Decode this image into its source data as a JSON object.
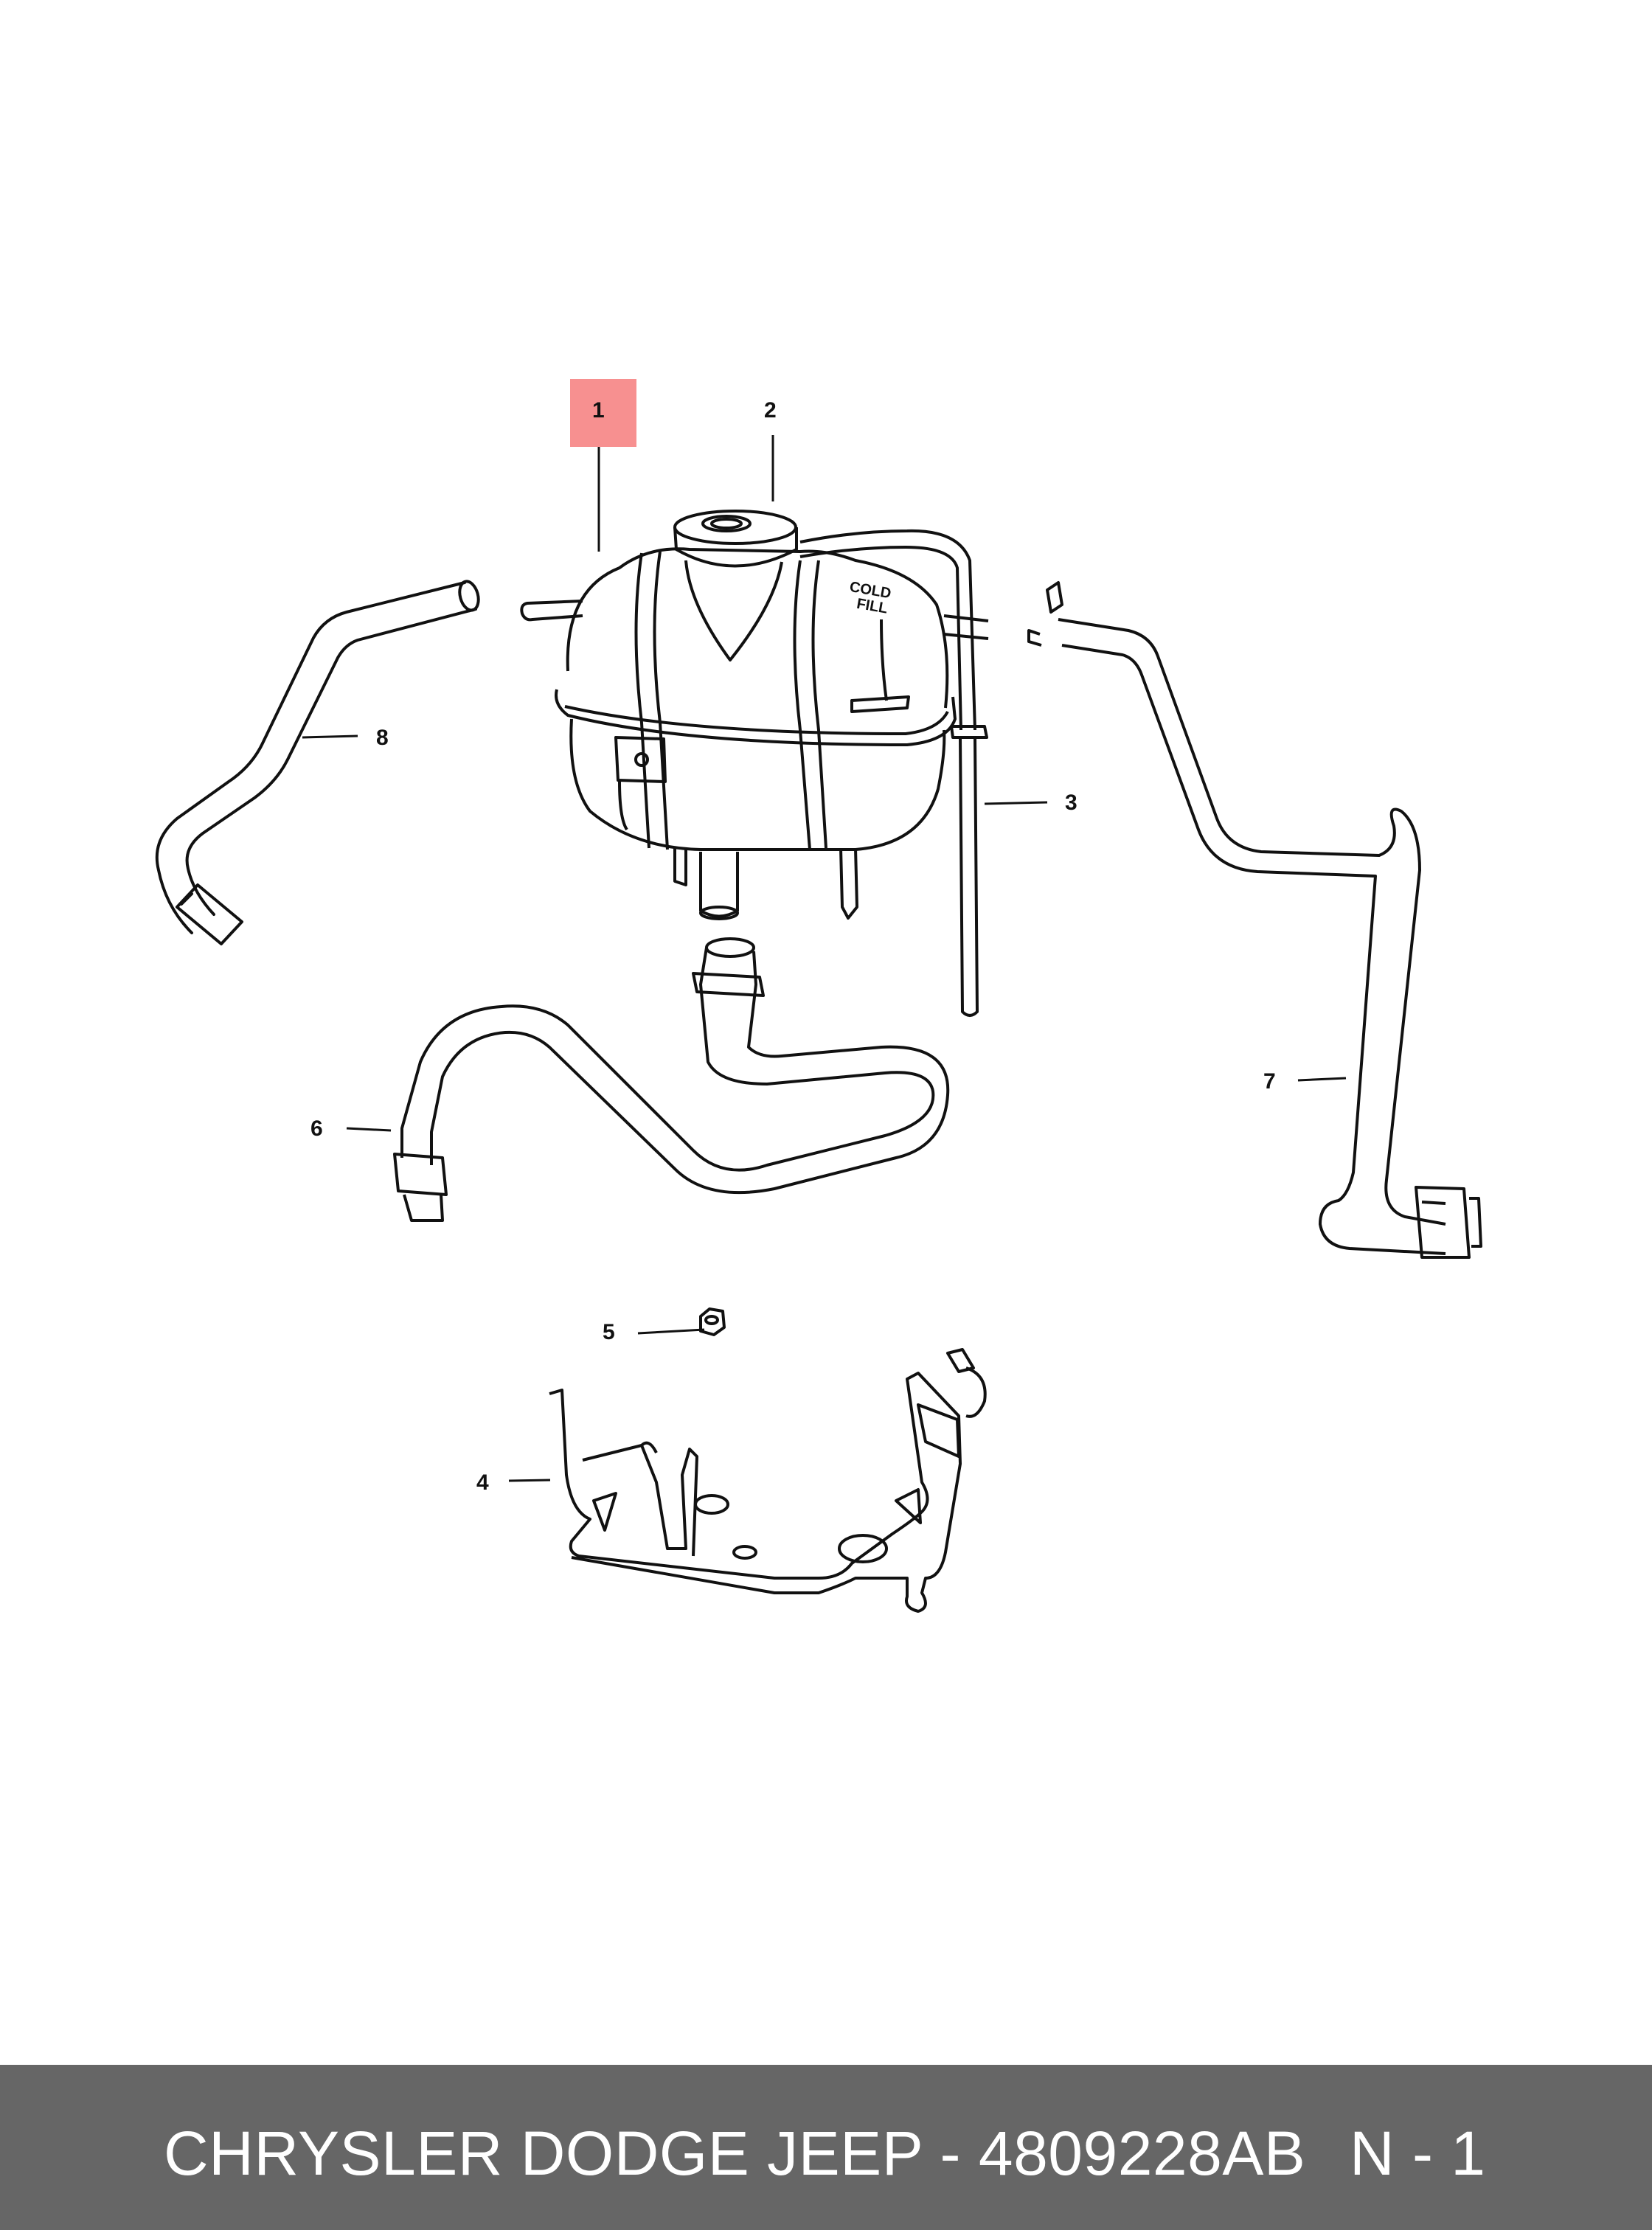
{
  "diagram": {
    "callouts": [
      {
        "id": "1",
        "label": "1",
        "highlighted": true
      },
      {
        "id": "2",
        "label": "2"
      },
      {
        "id": "3",
        "label": "3"
      },
      {
        "id": "4",
        "label": "4"
      },
      {
        "id": "5",
        "label": "5"
      },
      {
        "id": "6",
        "label": "6"
      },
      {
        "id": "7",
        "label": "7"
      },
      {
        "id": "8",
        "label": "8"
      }
    ],
    "tank_label": {
      "line1": "COLD",
      "line2": "FILL"
    },
    "colors": {
      "highlight": "#f79090",
      "line": "#111111",
      "footer_bg": "#666666",
      "footer_text": "#ffffff"
    }
  },
  "footer": {
    "part_text": "CHRYSLER DODGE JEEP - 4809228AB",
    "page_text": "N - 1"
  }
}
